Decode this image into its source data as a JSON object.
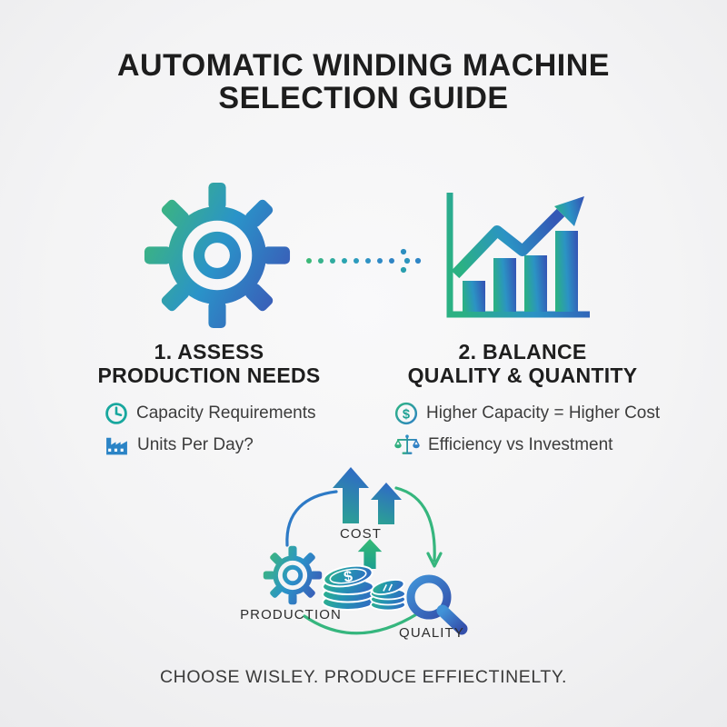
{
  "title": {
    "line1": "AUTOMATIC WINDING MACHINE",
    "line2": "SELECTION GUIDE"
  },
  "steps": [
    {
      "heading_line1": "1. ASSESS",
      "heading_line2": "PRODUCTION NEEDS",
      "items": [
        {
          "icon": "clock-icon",
          "label": "Capacity Requirements"
        },
        {
          "icon": "factory-icon",
          "label": "Units Per Day?"
        }
      ]
    },
    {
      "heading_line1": "2. BALANCE",
      "heading_line2": "QUALITY & QUANTITY",
      "items": [
        {
          "icon": "dollar-circle-icon",
          "label": "Higher Capacity = Higher Cost"
        },
        {
          "icon": "balance-scales-icon",
          "label": "Efficiency vs Investment"
        }
      ]
    }
  ],
  "cycle": {
    "cost_label": "COST",
    "production_label": "PRODUCTION",
    "quality_label": "QUALITY"
  },
  "footer": {
    "tagline": "CHOOSE WISLEY. PRODUCE EFFIECTINELTY."
  },
  "glyphs": {
    "dollar": "$"
  },
  "colors": {
    "background": "#f4f4f5",
    "title_text": "#1d1d1d",
    "body_text": "#3c3c3c",
    "green": "#3cb878",
    "teal": "#1ba8a0",
    "blue": "#2f7cc3",
    "indigo": "#3a52b4"
  }
}
